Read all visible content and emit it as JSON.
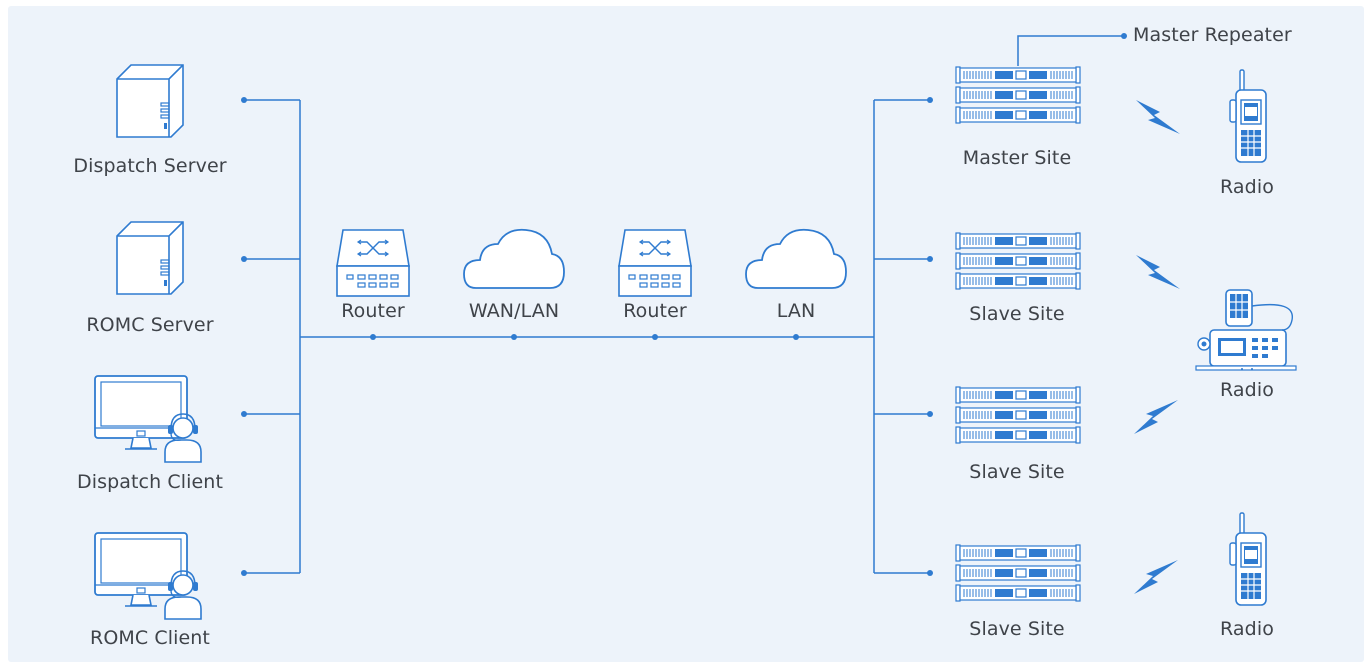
{
  "diagram": {
    "left_nodes": [
      {
        "label": "Dispatch Server",
        "icon": "server-tower-icon"
      },
      {
        "label": "ROMC Server",
        "icon": "server-tower-icon"
      },
      {
        "label": "Dispatch Client",
        "icon": "monitor-operator-icon"
      },
      {
        "label": "ROMC Client",
        "icon": "monitor-operator-icon"
      }
    ],
    "network": [
      {
        "label": "Router",
        "icon": "router-icon"
      },
      {
        "label": "WAN/LAN",
        "icon": "cloud-icon"
      },
      {
        "label": "Router",
        "icon": "router-icon"
      },
      {
        "label": "LAN",
        "icon": "cloud-icon"
      }
    ],
    "sites": [
      {
        "label": "Master Site"
      },
      {
        "label": "Slave Site"
      },
      {
        "label": "Slave Site"
      },
      {
        "label": "Slave Site"
      }
    ],
    "callout": {
      "label": "Master Repeater"
    },
    "radios": [
      {
        "label": "Radio",
        "icon": "handheld-radio-icon"
      },
      {
        "label": "Radio",
        "icon": "mobile-radio-icon"
      },
      {
        "label": "Radio",
        "icon": "handheld-radio-icon"
      }
    ],
    "colors": {
      "line": "#2f7bd0",
      "icon": "#2f7bd0",
      "icon_fill": "#ffffff",
      "background": "#edf3fa",
      "text": "#3f4349"
    }
  }
}
